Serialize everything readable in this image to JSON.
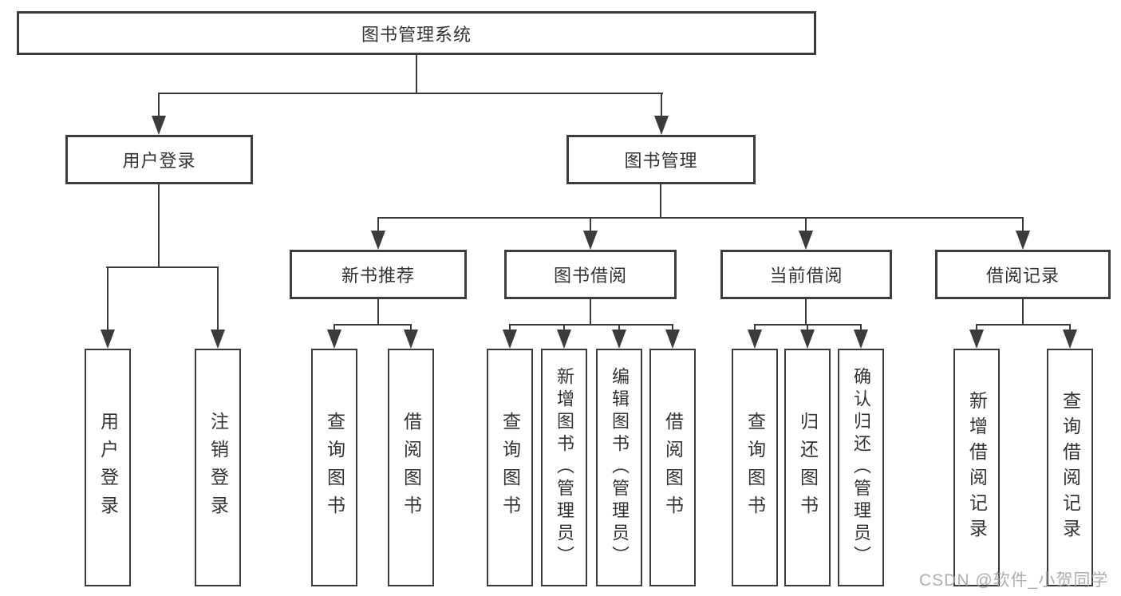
{
  "colors": {
    "line": "#3b3b3b",
    "text": "#333333",
    "background": "#ffffff",
    "watermark": "#a0a0a0"
  },
  "diagram": {
    "root": {
      "label": "图书管理系统"
    },
    "branches": [
      {
        "label": "用户登录",
        "children": [
          {
            "label": "用户登录"
          },
          {
            "label": "注销登录"
          }
        ]
      },
      {
        "label": "图书管理",
        "children": [
          {
            "label": "新书推荐",
            "children": [
              {
                "label": "查询图书"
              },
              {
                "label": "借阅图书"
              }
            ]
          },
          {
            "label": "图书借阅",
            "children": [
              {
                "label": "查询图书"
              },
              {
                "label": "新增图书（管理员）"
              },
              {
                "label": "编辑图书（管理员）"
              },
              {
                "label": "借阅图书"
              }
            ]
          },
          {
            "label": "当前借阅",
            "children": [
              {
                "label": "查询图书"
              },
              {
                "label": "归还图书"
              },
              {
                "label": "确认归还（管理员）"
              }
            ]
          },
          {
            "label": "借阅记录",
            "children": [
              {
                "label": "新增借阅记录"
              },
              {
                "label": "查询借阅记录"
              }
            ]
          }
        ]
      }
    ]
  },
  "watermark": {
    "text": "CSDN @软件_小贺同学"
  }
}
